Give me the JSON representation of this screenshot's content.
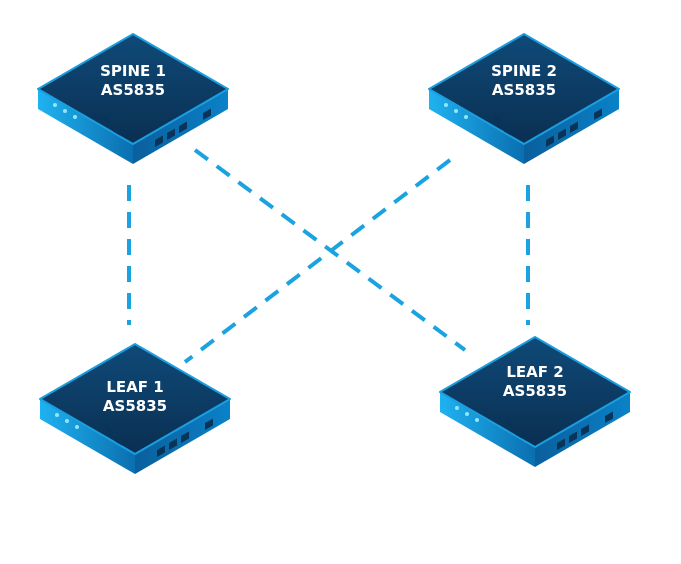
{
  "diagram": {
    "colors": {
      "link": "#1aa3e0",
      "device_top": "#0e3f6a",
      "device_side": "#0a82c8",
      "label": "#ffffff"
    },
    "nodes": [
      {
        "id": "spine1",
        "name": "SPINE 1",
        "model": "AS5835"
      },
      {
        "id": "spine2",
        "name": "SPINE 2",
        "model": "AS5835"
      },
      {
        "id": "leaf1",
        "name": "LEAF 1",
        "model": "AS5835"
      },
      {
        "id": "leaf2",
        "name": "LEAF 2",
        "model": "AS5835"
      }
    ],
    "links": [
      {
        "from": "spine1",
        "to": "leaf1"
      },
      {
        "from": "spine1",
        "to": "leaf2"
      },
      {
        "from": "spine2",
        "to": "leaf1"
      },
      {
        "from": "spine2",
        "to": "leaf2"
      }
    ]
  }
}
